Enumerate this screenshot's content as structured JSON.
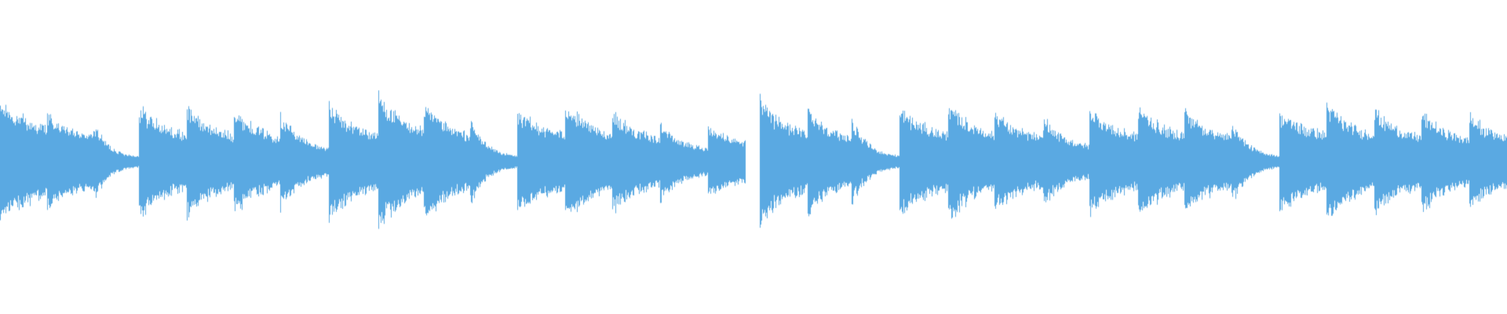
{
  "waveform": {
    "color": "#5aa9e2",
    "background": "#ffffff",
    "segments": [
      {
        "start": 0.0,
        "end": 0.061,
        "peak": 0.42,
        "decay": 2.4,
        "floor": 0.18
      },
      {
        "start": 0.031,
        "end": 0.062,
        "peak": 0.34,
        "decay": 2.2,
        "floor": 0.16
      },
      {
        "start": 0.062,
        "end": 0.092,
        "peak": 0.28,
        "decay": 3.2,
        "floor": 0.03
      },
      {
        "start": 0.092,
        "end": 0.124,
        "peak": 0.4,
        "decay": 1.8,
        "floor": 0.16
      },
      {
        "start": 0.124,
        "end": 0.155,
        "peak": 0.4,
        "decay": 1.9,
        "floor": 0.16
      },
      {
        "start": 0.155,
        "end": 0.186,
        "peak": 0.38,
        "decay": 1.9,
        "floor": 0.15
      },
      {
        "start": 0.186,
        "end": 0.218,
        "peak": 0.34,
        "decay": 2.4,
        "floor": 0.08
      },
      {
        "start": 0.218,
        "end": 0.251,
        "peak": 0.4,
        "decay": 1.8,
        "floor": 0.16
      },
      {
        "start": 0.251,
        "end": 0.281,
        "peak": 0.48,
        "decay": 1.7,
        "floor": 0.18
      },
      {
        "start": 0.281,
        "end": 0.312,
        "peak": 0.42,
        "decay": 1.9,
        "floor": 0.16
      },
      {
        "start": 0.312,
        "end": 0.343,
        "peak": 0.3,
        "decay": 3.0,
        "floor": 0.03
      },
      {
        "start": 0.343,
        "end": 0.375,
        "peak": 0.36,
        "decay": 1.7,
        "floor": 0.18
      },
      {
        "start": 0.375,
        "end": 0.406,
        "peak": 0.42,
        "decay": 1.8,
        "floor": 0.16
      },
      {
        "start": 0.406,
        "end": 0.438,
        "peak": 0.36,
        "decay": 2.0,
        "floor": 0.15
      },
      {
        "start": 0.438,
        "end": 0.47,
        "peak": 0.28,
        "decay": 2.4,
        "floor": 0.08
      },
      {
        "start": 0.47,
        "end": 0.495,
        "peak": 0.26,
        "decay": 1.6,
        "floor": 0.12
      },
      {
        "start": 0.504,
        "end": 0.536,
        "peak": 0.44,
        "decay": 1.8,
        "floor": 0.17
      },
      {
        "start": 0.536,
        "end": 0.565,
        "peak": 0.4,
        "decay": 2.0,
        "floor": 0.14
      },
      {
        "start": 0.565,
        "end": 0.597,
        "peak": 0.3,
        "decay": 3.0,
        "floor": 0.03
      },
      {
        "start": 0.597,
        "end": 0.629,
        "peak": 0.38,
        "decay": 1.7,
        "floor": 0.17
      },
      {
        "start": 0.629,
        "end": 0.66,
        "peak": 0.42,
        "decay": 1.8,
        "floor": 0.16
      },
      {
        "start": 0.66,
        "end": 0.692,
        "peak": 0.36,
        "decay": 2.0,
        "floor": 0.15
      },
      {
        "start": 0.692,
        "end": 0.723,
        "peak": 0.32,
        "decay": 2.4,
        "floor": 0.1
      },
      {
        "start": 0.723,
        "end": 0.755,
        "peak": 0.38,
        "decay": 1.8,
        "floor": 0.16
      },
      {
        "start": 0.755,
        "end": 0.786,
        "peak": 0.4,
        "decay": 1.8,
        "floor": 0.16
      },
      {
        "start": 0.786,
        "end": 0.817,
        "peak": 0.38,
        "decay": 1.9,
        "floor": 0.15
      },
      {
        "start": 0.817,
        "end": 0.849,
        "peak": 0.3,
        "decay": 3.0,
        "floor": 0.03
      },
      {
        "start": 0.849,
        "end": 0.88,
        "peak": 0.36,
        "decay": 1.7,
        "floor": 0.17
      },
      {
        "start": 0.88,
        "end": 0.912,
        "peak": 0.42,
        "decay": 1.8,
        "floor": 0.16
      },
      {
        "start": 0.912,
        "end": 0.943,
        "peak": 0.38,
        "decay": 1.9,
        "floor": 0.15
      },
      {
        "start": 0.943,
        "end": 0.975,
        "peak": 0.36,
        "decay": 2.0,
        "floor": 0.14
      },
      {
        "start": 0.975,
        "end": 1.0,
        "peak": 0.34,
        "decay": 1.6,
        "floor": 0.14
      }
    ]
  }
}
